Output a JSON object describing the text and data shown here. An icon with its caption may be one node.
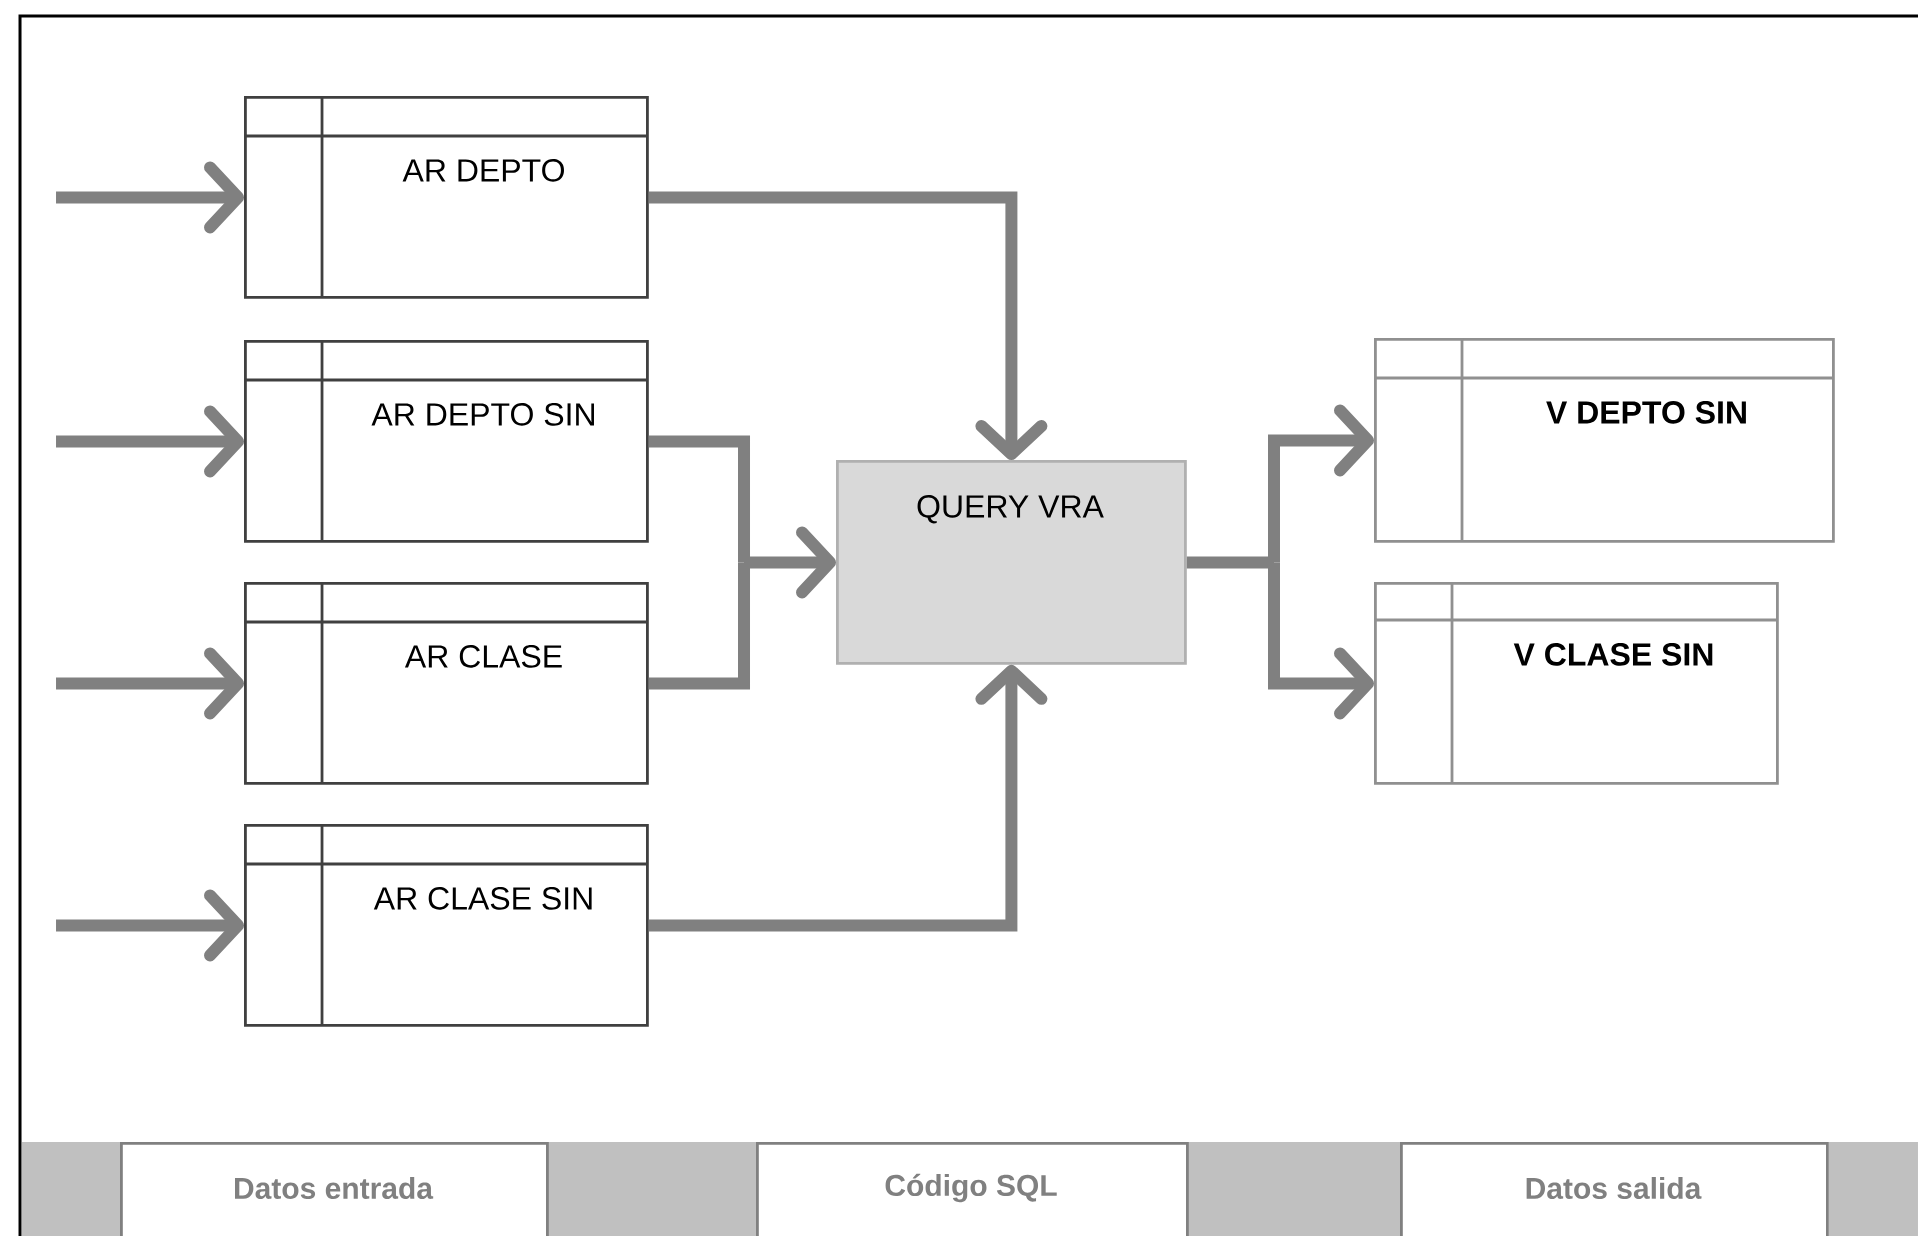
{
  "diagram": {
    "nodes": [
      {
        "text": [
          "AR DEPTO"
        ]
      },
      {
        "text": [
          "AR DEPTO SIN"
        ]
      },
      {
        "text": [
          "AR CLASE"
        ]
      },
      {
        "text": [
          "AR CLASE SIN"
        ]
      },
      {
        "text": [
          "QUERY VRA"
        ]
      },
      {
        "text": [
          "V  DEPTO SIN"
        ]
      },
      {
        "text": [
          "V CLASE SIN"
        ]
      },
      {
        "text": [
          "Datos entrada"
        ]
      },
      {
        "text": [
          "Código SQL"
        ]
      },
      {
        "text": [
          "Datos salida"
        ]
      }
    ],
    "edges": [
      {
        "from": null,
        "to": 0,
        "arrow": "to"
      },
      {
        "from": null,
        "to": 1,
        "arrow": "to"
      },
      {
        "from": null,
        "to": 2,
        "arrow": "to"
      },
      {
        "from": null,
        "to": 3,
        "arrow": "to"
      },
      {
        "from": 0,
        "to": 4,
        "arrow": "to"
      },
      {
        "from": 1,
        "to": 4,
        "arrow": "to"
      },
      {
        "from": 2,
        "to": 4,
        "arrow": "to"
      },
      {
        "from": 3,
        "to": 4,
        "arrow": "to"
      },
      {
        "from": 4,
        "to": 5,
        "arrow": "to"
      },
      {
        "from": 4,
        "to": 6,
        "arrow": "to"
      }
    ]
  }
}
